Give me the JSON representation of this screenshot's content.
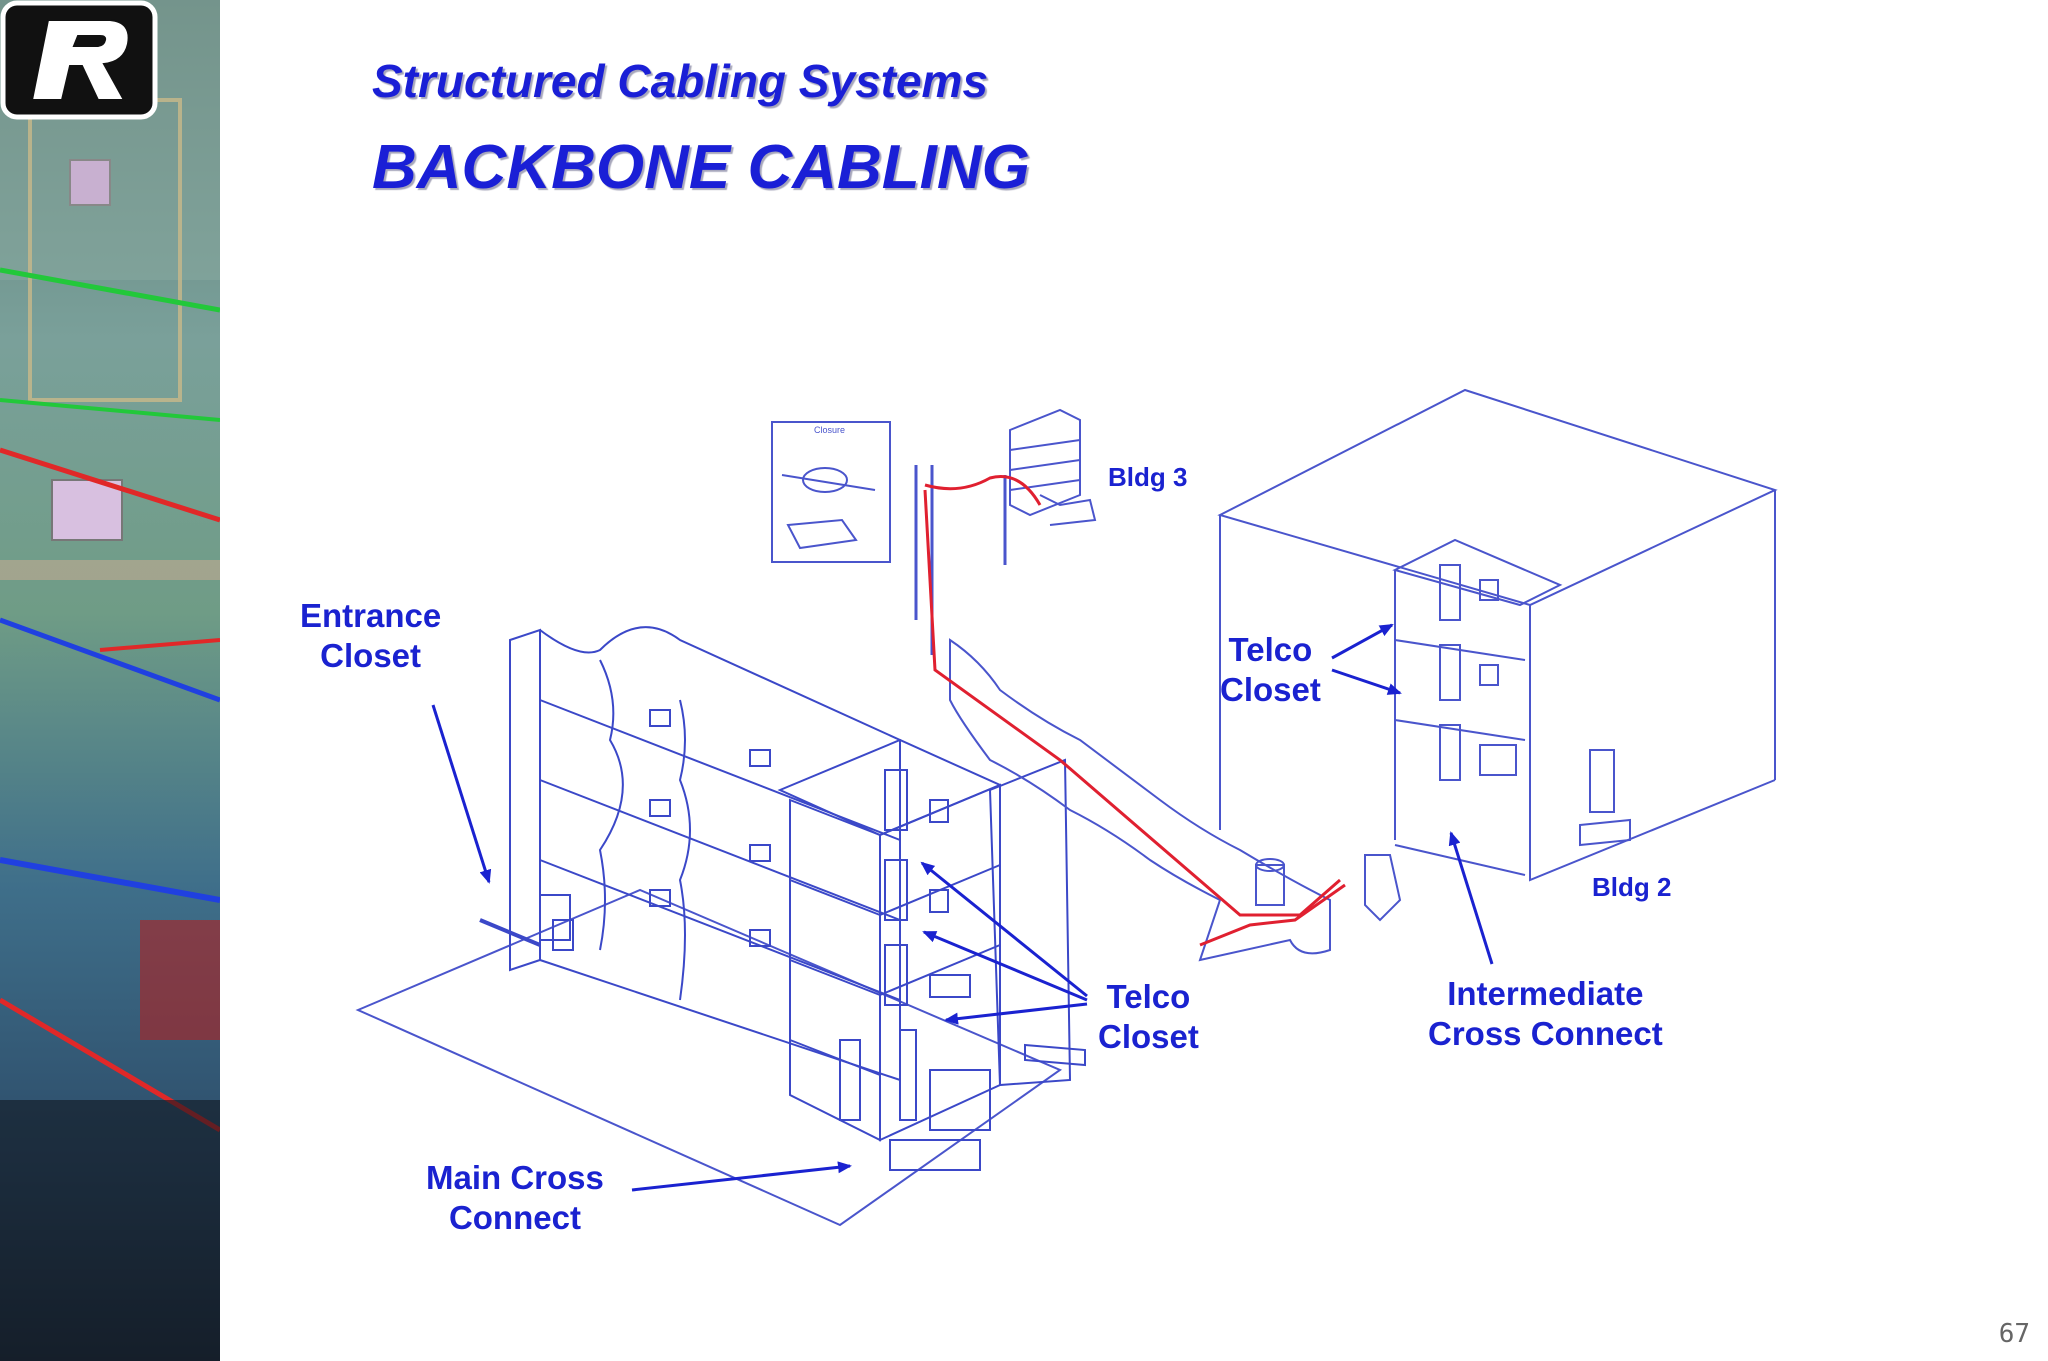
{
  "slide": {
    "title": "Structured Cabling Systems",
    "subtitle": "BACKBONE CABLING",
    "page_number": "67"
  },
  "labels": {
    "entrance_closet": "Entrance\nCloset",
    "telco_closet_left": "Telco\nCloset",
    "telco_closet_right": "Telco\nCloset",
    "main_cross_connect": "Main Cross\nConnect",
    "intermediate_cross_connect": "Intermediate\nCross Connect",
    "bldg2": "Bldg 2",
    "bldg3": "Bldg 3",
    "closure": "Closure"
  },
  "colors": {
    "label_blue": "#1a22d0",
    "line_blue": "#2b3cc9",
    "cable_red": "#e02030"
  },
  "logo": {
    "icon": "r-logo-icon"
  }
}
